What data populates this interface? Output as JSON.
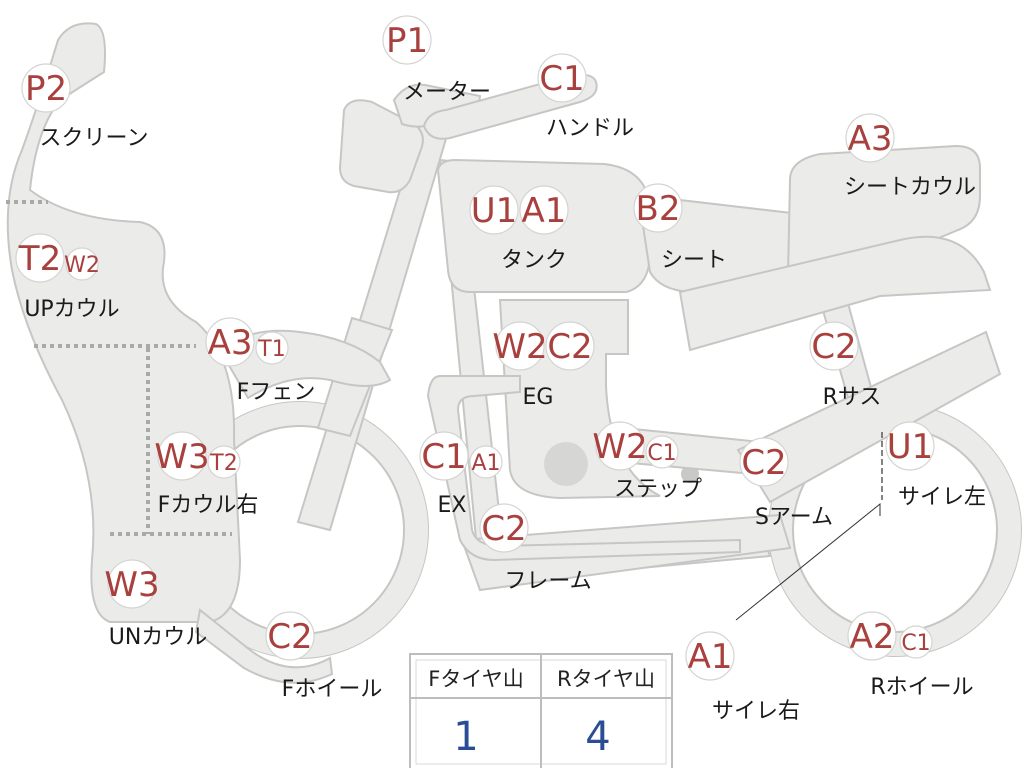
{
  "colors": {
    "part_fill": "#ebebea",
    "part_stroke": "#c6c6c4",
    "code_text": "#a8403e",
    "table_value": "#2a4d95"
  },
  "parts": [
    {
      "id": "screen",
      "label": "スクリーン",
      "codes": [
        "P2"
      ]
    },
    {
      "id": "meter",
      "label": "メーター",
      "codes": [
        "P1"
      ]
    },
    {
      "id": "handle",
      "label": "ハンドル",
      "codes": [
        "C1"
      ]
    },
    {
      "id": "up-cowl",
      "label": "UPカウル",
      "codes": [
        "T2",
        "W2"
      ]
    },
    {
      "id": "tank",
      "label": "タンク",
      "codes": [
        "U1",
        "A1"
      ]
    },
    {
      "id": "seat",
      "label": "シート",
      "codes": [
        "B2"
      ]
    },
    {
      "id": "seat-cowl",
      "label": "シートカウル",
      "codes": [
        "A3"
      ]
    },
    {
      "id": "f-fender",
      "label": "Fフェン",
      "codes": [
        "A3",
        "T1"
      ]
    },
    {
      "id": "eg",
      "label": "EG",
      "codes": [
        "W2",
        "C2"
      ]
    },
    {
      "id": "r-sus",
      "label": "Rサス",
      "codes": [
        "C2"
      ]
    },
    {
      "id": "f-cowl-right",
      "label": "Fカウル右",
      "codes": [
        "W3",
        "T2"
      ]
    },
    {
      "id": "ex",
      "label": "EX",
      "codes": [
        "C1",
        "A1"
      ]
    },
    {
      "id": "step",
      "label": "ステップ",
      "codes": [
        "W2",
        "C1"
      ]
    },
    {
      "id": "s-arm",
      "label": "Sアーム",
      "codes": [
        "C2"
      ]
    },
    {
      "id": "silencer-left",
      "label": "サイレ左",
      "codes": [
        "U1"
      ]
    },
    {
      "id": "frame",
      "label": "フレーム",
      "codes": [
        "C2"
      ]
    },
    {
      "id": "un-cowl",
      "label": "UNカウル",
      "codes": [
        "W3"
      ]
    },
    {
      "id": "f-wheel",
      "label": "Fホイール",
      "codes": [
        "C2"
      ]
    },
    {
      "id": "silencer-right",
      "label": "サイレ右",
      "codes": [
        "A1"
      ]
    },
    {
      "id": "r-wheel",
      "label": "Rホイール",
      "codes": [
        "A2",
        "C1"
      ]
    }
  ],
  "tire_table": {
    "headers": [
      "Fタイヤ山",
      "Rタイヤ山"
    ],
    "values": [
      "1",
      "4"
    ]
  }
}
